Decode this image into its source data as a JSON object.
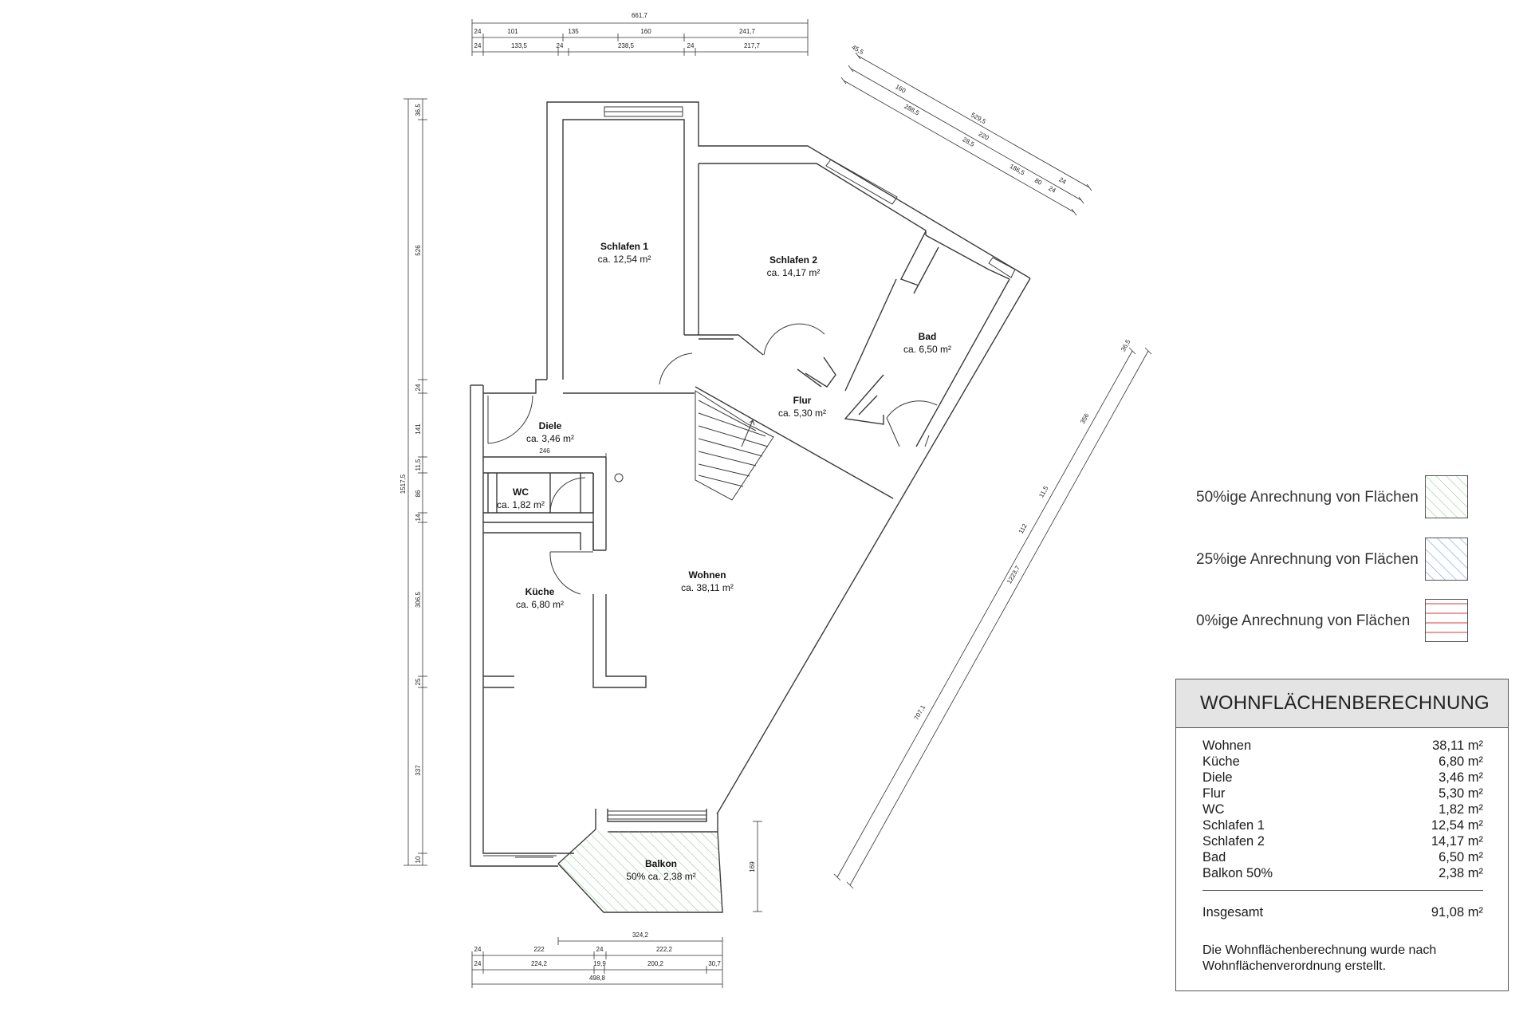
{
  "rooms": [
    {
      "name": "Schlafen 1",
      "area": "ca. 12,54 m²"
    },
    {
      "name": "Schlafen 2",
      "area": "ca. 14,17 m²"
    },
    {
      "name": "Bad",
      "area": "ca. 6,50 m²"
    },
    {
      "name": "Flur",
      "area": "ca. 5,30 m²"
    },
    {
      "name": "Diele",
      "area": "ca. 3,46 m²"
    },
    {
      "name": "WC",
      "area": "ca. 1,82 m²"
    },
    {
      "name": "Küche",
      "area": "ca. 6,80 m²"
    },
    {
      "name": "Wohnen",
      "area": "ca. 38,11 m²"
    },
    {
      "name": "Balkon",
      "area": "50% ca. 2,38 m²"
    }
  ],
  "dimensions": {
    "top_total": "661,7",
    "top_row1": [
      "24",
      "101",
      "135",
      "160",
      "241,7"
    ],
    "top_row2": [
      "24",
      "133,5",
      "24",
      "238,5",
      "24",
      "217,7"
    ],
    "left_total": "1517,5",
    "left_chain": [
      "36,5",
      "526",
      "24",
      "141",
      "11,5",
      "86",
      "14",
      "306,5",
      "25",
      "337",
      "10"
    ],
    "diele_width": "246",
    "bottom_top": "324,2",
    "bottom_row1": [
      "24",
      "222",
      "24",
      "222,2"
    ],
    "bottom_row2": [
      "24",
      "224,2",
      "19,9",
      "200,2",
      "30,7"
    ],
    "bottom_total": "498,8",
    "balkon_depth": "169",
    "diag_top": [
      "45,5",
      "160",
      "529,5",
      "288,5",
      "220",
      "28,5",
      "186,5",
      "80",
      "24",
      "24"
    ],
    "diag_right": [
      "36,5",
      "356",
      "11,5",
      "112",
      "1223,7",
      "707,1"
    ]
  },
  "legend": [
    {
      "label": "50%ige Anrechnung von Flächen",
      "pattern": "diag-green",
      "color": "#7cc87c"
    },
    {
      "label": "25%ige Anrechnung von Flächen",
      "pattern": "diag-blue",
      "color": "#6f9fd8"
    },
    {
      "label": "0%ige Anrechnung von Flächen",
      "pattern": "horiz-red",
      "color": "#e05a5a"
    }
  ],
  "calculation": {
    "title": "WOHNFLÄCHENBERECHNUNG",
    "rows": [
      {
        "name": "Wohnen",
        "value": "38,11 m²"
      },
      {
        "name": "Küche",
        "value": "6,80 m²"
      },
      {
        "name": "Diele",
        "value": "3,46 m²"
      },
      {
        "name": "Flur",
        "value": "5,30 m²"
      },
      {
        "name": "WC",
        "value": "1,82 m²"
      },
      {
        "name": "Schlafen 1",
        "value": "12,54 m²"
      },
      {
        "name": "Schlafen 2",
        "value": "14,17 m²"
      },
      {
        "name": "Bad",
        "value": "6,50 m²"
      },
      {
        "name": "Balkon 50%",
        "value": "2,38 m²"
      }
    ],
    "total_label": "Insgesamt",
    "total_value": "91,08 m²",
    "note": "Die Wohnflächenberechnung wurde nach Wohnflächenverordnung erstellt."
  }
}
